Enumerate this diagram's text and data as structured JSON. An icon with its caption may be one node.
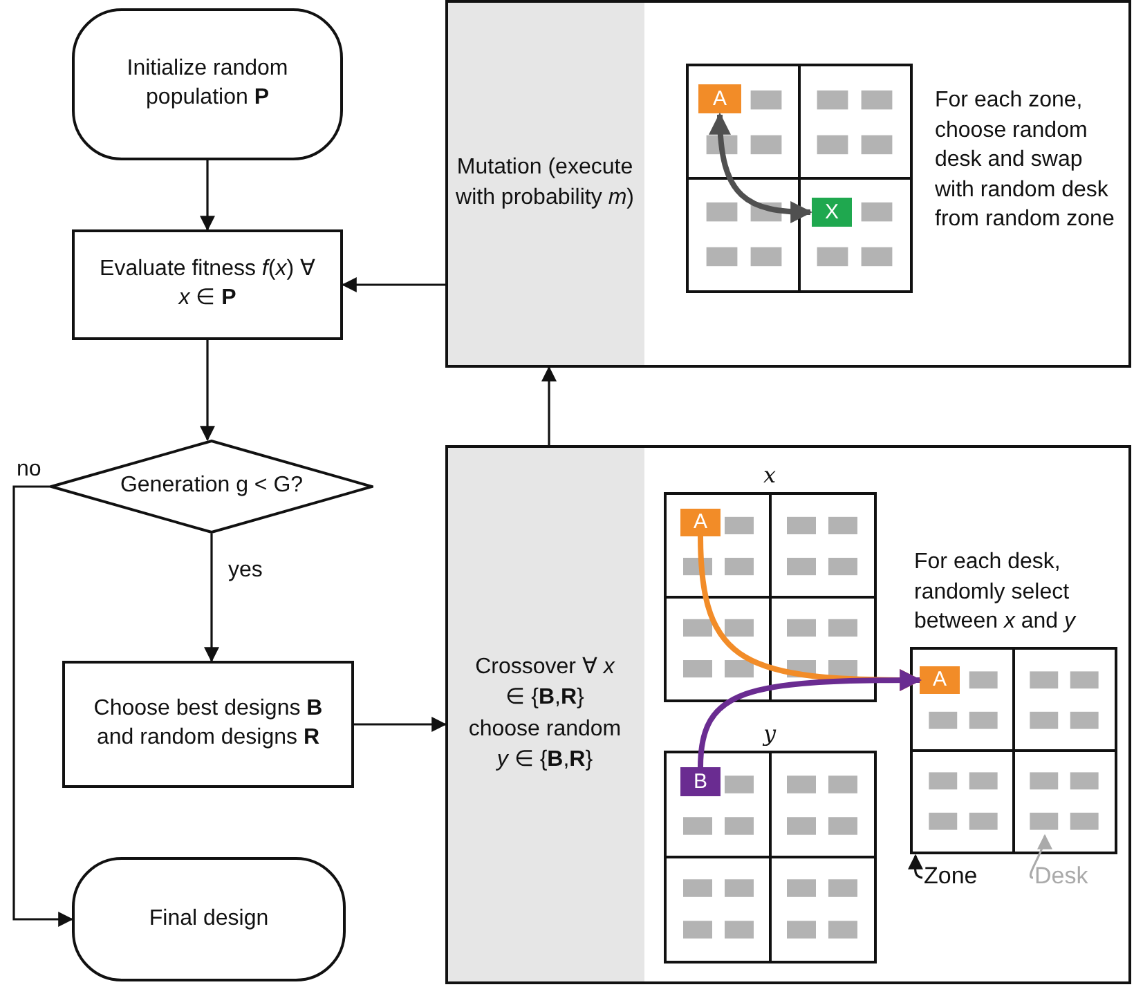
{
  "diagram": {
    "nodes": [
      {
        "text": [
          "Initialize random population **P**"
        ]
      },
      {
        "text": [
          "Mutation (execute with probability *m*)",
          "For each zone, choose random desk and swap with random desk from random zone"
        ]
      },
      {
        "text": [],
        "shape": "grid",
        "in": 1
      },
      {
        "text": [
          "A"
        ],
        "in": 2
      },
      {
        "text": [
          "X"
        ],
        "in": 2
      },
      {
        "text": [
          "Evaluate fitness *f*(*x*) ∀ *x* ∈ **P**"
        ]
      },
      {
        "text": [
          "Generation g < G?"
        ]
      },
      {
        "text": [
          "Crossover ∀ *x* ∈ {**B**,**R**} choose random *y* ∈ {**B**,**R**}",
          "For each desk, randomly select between *x* and *y*"
        ]
      },
      {
        "text": [],
        "shape": "grid",
        "in": 7,
        "beside": [
          "x"
        ]
      },
      {
        "text": [
          "A"
        ],
        "in": 8
      },
      {
        "text": [],
        "shape": "grid",
        "in": 7
      },
      {
        "text": [
          "A"
        ],
        "in": 10
      },
      {
        "text": [],
        "shape": "grid",
        "in": 7,
        "beside": [
          "y"
        ]
      },
      {
        "text": [
          "B"
        ],
        "in": 12
      },
      {
        "text": [
          "Choose best designs **B** and random designs **R**"
        ]
      },
      {
        "text": [
          "Final design"
        ]
      },
      {
        "text": [
          "Zone"
        ],
        "in": 7
      },
      {
        "text": [
          "Desk"
        ],
        "in": 7
      }
    ],
    "edges": [
      {
        "from": 0,
        "to": 5,
        "arrow": "to"
      },
      {
        "from": 5,
        "to": 6,
        "arrow": "to"
      },
      {
        "from": 6,
        "to": 14,
        "arrow": "to",
        "label": "yes"
      },
      {
        "from": 6,
        "to": 15,
        "arrow": "to",
        "label": "no"
      },
      {
        "from": 14,
        "to": 7,
        "arrow": "to"
      },
      {
        "from": 7,
        "to": 1,
        "arrow": "to"
      },
      {
        "from": 1,
        "to": 5,
        "arrow": "to"
      },
      {
        "from": 3,
        "to": 4,
        "arrow": "both",
        "style": "thick",
        "color": "#505050"
      },
      {
        "from": 9,
        "to": 11,
        "arrow": "to",
        "style": "thick",
        "color": "#f28c28"
      },
      {
        "from": 13,
        "to": 11,
        "arrow": "to",
        "style": "thick",
        "color": "#6a2c91"
      },
      {
        "from": 16,
        "to": 10,
        "arrow": "to"
      },
      {
        "from": 17,
        "to": null,
        "arrow": "to",
        "color": "#aaaaaa"
      }
    ]
  }
}
